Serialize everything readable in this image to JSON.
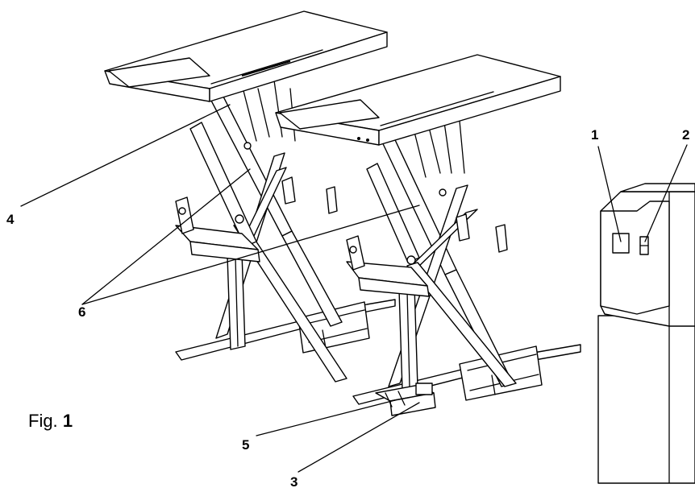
{
  "figure": {
    "caption_prefix": "Fig.",
    "caption_number": "1"
  },
  "callouts": [
    "1",
    "2",
    "3",
    "4",
    "5",
    "6"
  ]
}
